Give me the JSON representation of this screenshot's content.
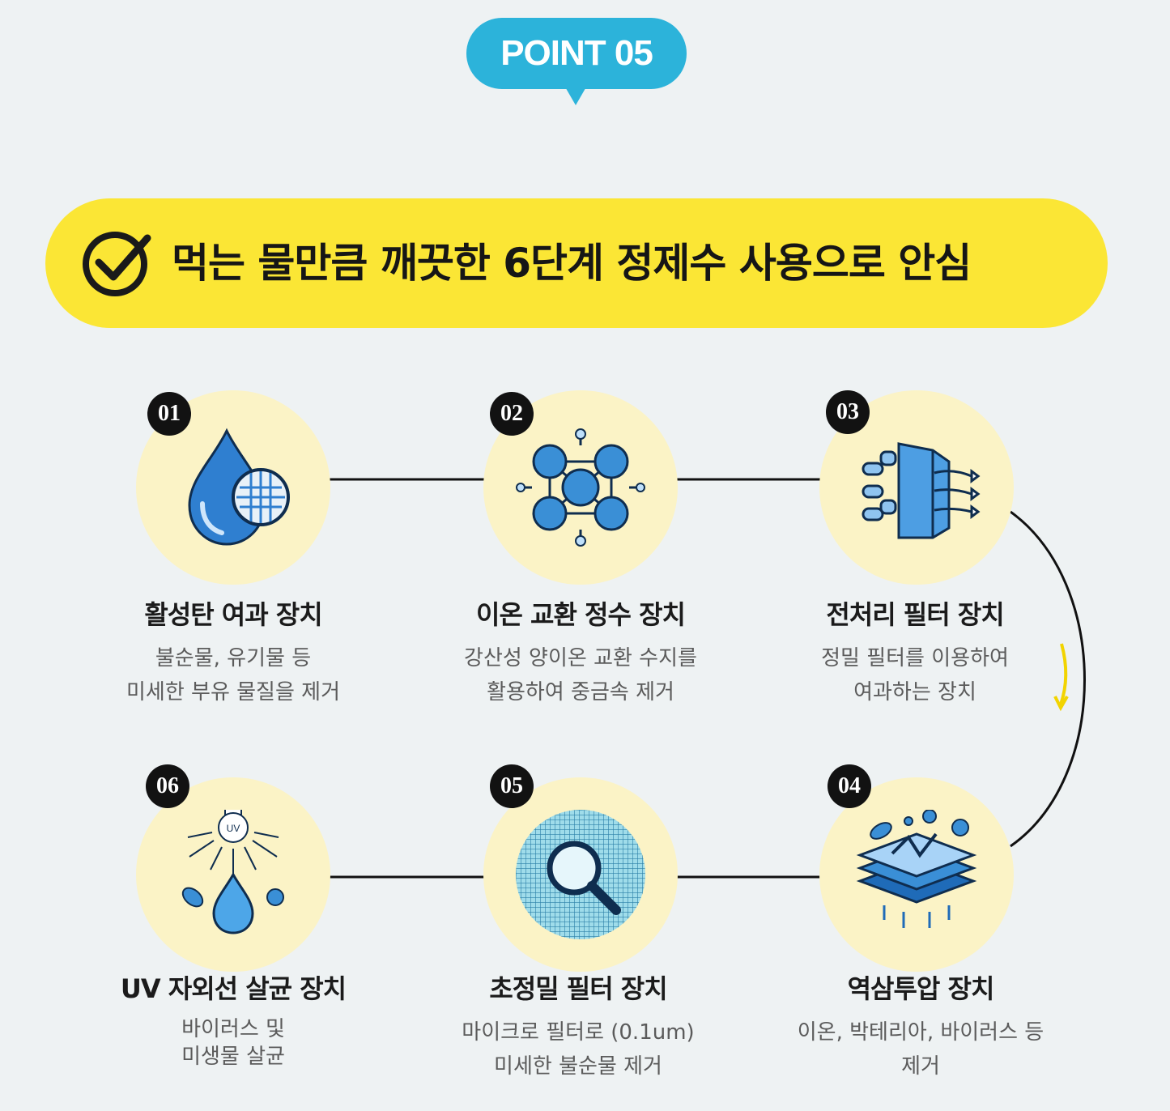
{
  "badge": {
    "label": "POINT 05"
  },
  "banner": {
    "title": "먹는 물만큼 깨끗한 6단계 정제수 사용으로 안심"
  },
  "steps": [
    {
      "num": "01",
      "title": "활성탄 여과 장치",
      "desc1": "불순물, 유기물 등",
      "desc2": "미세한 부유 물질을 제거"
    },
    {
      "num": "02",
      "title": "이온 교환 정수 장치",
      "desc1": "강산성 양이온 교환 수지를",
      "desc2": "활용하여 중금속 제거"
    },
    {
      "num": "03",
      "title": "전처리 필터 장치",
      "desc1": "정밀 필터를 이용하여",
      "desc2": "여과하는 장치"
    },
    {
      "num": "04",
      "title": "역삼투압 장치",
      "desc1": "이온, 박테리아, 바이러스 등",
      "desc2": "제거"
    },
    {
      "num": "05",
      "title": "초정밀 필터 장치",
      "desc1": "마이크로 필터로 (0.1um)",
      "desc2": "미세한 불순물 제거"
    },
    {
      "num": "06",
      "title": "UV 자외선 살균 장치",
      "desc1": "바이러스 및",
      "desc2": "미생물 살균"
    }
  ],
  "uv_label": "UV",
  "colors": {
    "badge": "#2cb3da",
    "banner": "#fbe635",
    "circle": "#fbf3c6",
    "icon_blue": "#3a8fd6",
    "arrow": "#f2d400"
  }
}
